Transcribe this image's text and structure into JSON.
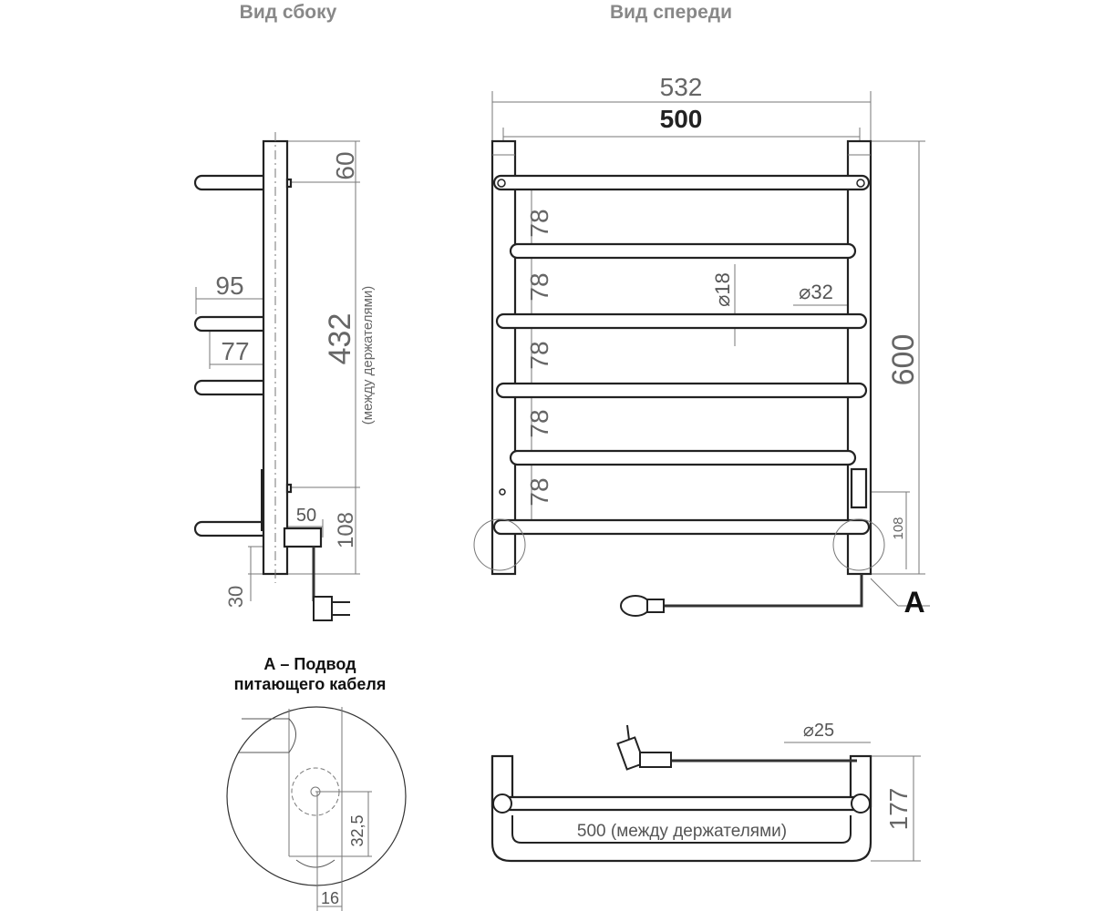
{
  "titles": {
    "side_view": "Вид сбоку",
    "front_view": "Вид спереди",
    "detail_line1": "А – Подвод",
    "detail_line2": "питающего кабеля"
  },
  "front": {
    "overall_width": "532",
    "holder_width": "500",
    "height": "600",
    "spacing": [
      "78",
      "78",
      "78",
      "78",
      "78"
    ],
    "bar_diameter": "⌀18",
    "post_diameter": "⌀32",
    "inlet_height": "108",
    "detail_marker": "А"
  },
  "side": {
    "top_offset": "60",
    "holder_distance": "432",
    "holder_note": "(между держателями)",
    "depth_outer": "95",
    "depth_inner": "77",
    "inlet_depth": "50",
    "inlet_height": "108",
    "bottom_offset": "30"
  },
  "detail": {
    "vertical": "32,5",
    "horizontal": "16"
  },
  "top": {
    "cord_diameter": "⌀25",
    "width_label": "500 (между держателями)",
    "depth": "177"
  }
}
